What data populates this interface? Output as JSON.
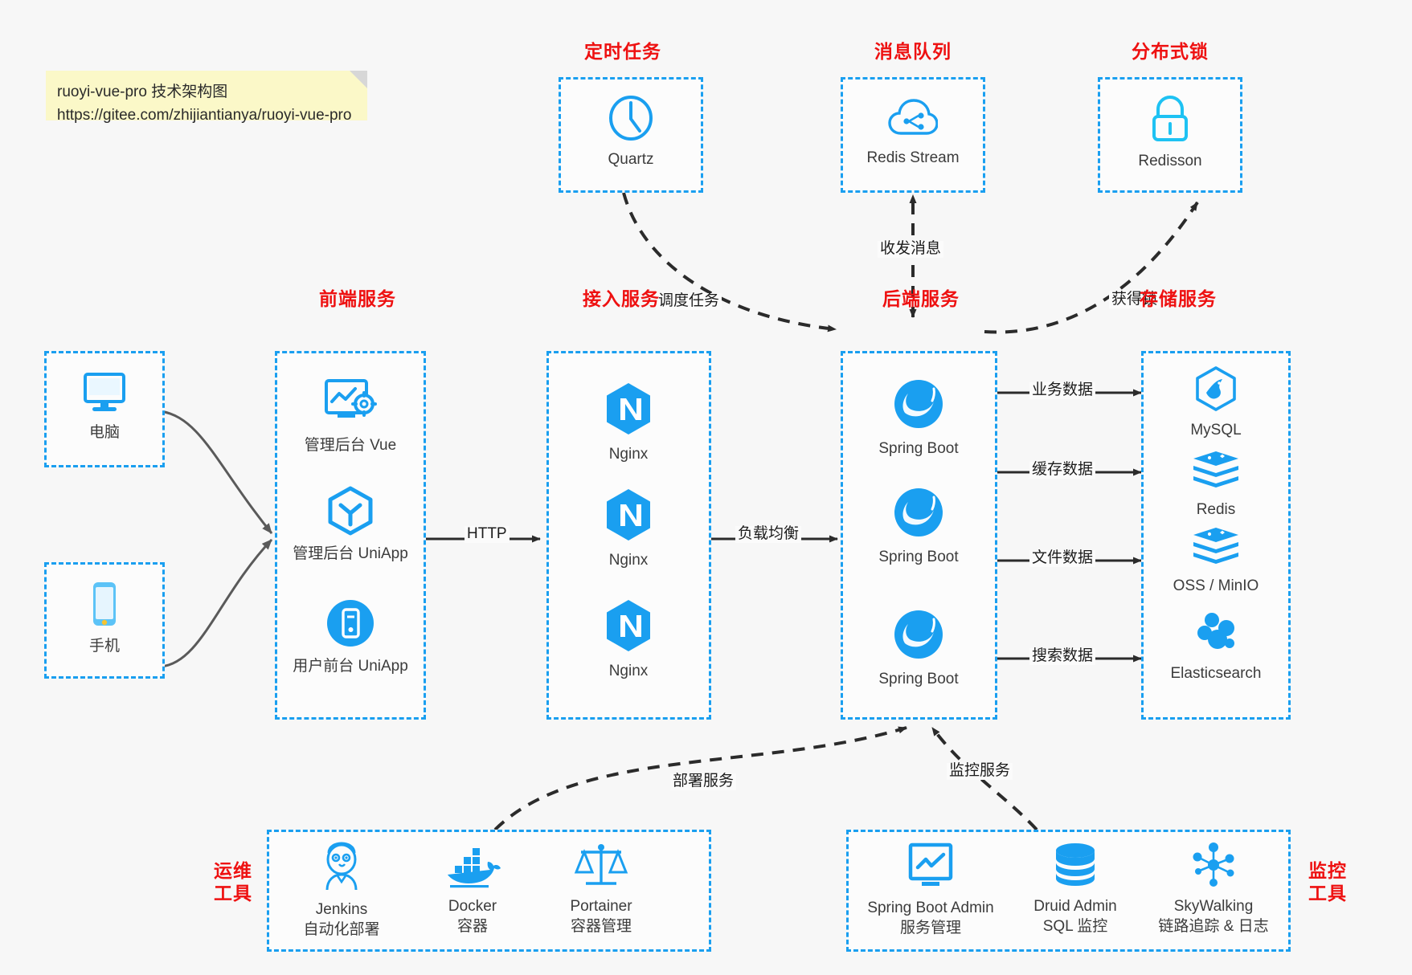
{
  "note": {
    "name": "note",
    "line1": "ruoyi-vue-pro 技术架构图",
    "line2": "https://gitee.com/zhijiantianya/ruoyi-vue-pro"
  },
  "colors": {
    "group_border": "#1a9ff0",
    "group_title": "#ee1111",
    "icon_blue": "#1a9ff0",
    "edge": "#3c3c3c",
    "canvas": "#f7f7f7",
    "note_bg": "#fbf8c8"
  },
  "groups": {
    "scheduler": {
      "title": "定时任务",
      "nodes": [
        {
          "label": "Quartz",
          "icon": "clock-icon"
        }
      ]
    },
    "mq": {
      "title": "消息队列",
      "nodes": [
        {
          "label": "Redis Stream",
          "icon": "cloud-stream-icon"
        }
      ]
    },
    "lock": {
      "title": "分布式锁",
      "nodes": [
        {
          "label": "Redisson",
          "icon": "lock-icon"
        }
      ]
    },
    "clients": {
      "nodes": [
        {
          "label": "电脑",
          "icon": "desktop-icon"
        },
        {
          "label": "手机",
          "icon": "phone-icon"
        }
      ]
    },
    "frontend": {
      "title": "前端服务",
      "nodes": [
        {
          "label": "管理后台 Vue",
          "icon": "dashboard-icon"
        },
        {
          "label": "管理后台 UniApp",
          "icon": "cube-icon"
        },
        {
          "label": "用户前台 UniApp",
          "icon": "mobile-app-icon"
        }
      ]
    },
    "gateway": {
      "title": "接入服务",
      "nodes": [
        {
          "label": "Nginx",
          "icon": "nginx-icon"
        },
        {
          "label": "Nginx",
          "icon": "nginx-icon"
        },
        {
          "label": "Nginx",
          "icon": "nginx-icon"
        }
      ]
    },
    "backend": {
      "title": "后端服务",
      "nodes": [
        {
          "label": "Spring Boot",
          "icon": "spring-icon"
        },
        {
          "label": "Spring Boot",
          "icon": "spring-icon"
        },
        {
          "label": "Spring Boot",
          "icon": "spring-icon"
        }
      ]
    },
    "storage": {
      "title": "存储服务",
      "nodes": [
        {
          "label": "MySQL",
          "icon": "mysql-icon"
        },
        {
          "label": "Redis",
          "icon": "redis-icon"
        },
        {
          "label": "OSS / MinIO",
          "icon": "oss-icon"
        },
        {
          "label": "Elasticsearch",
          "icon": "elasticsearch-icon"
        }
      ]
    },
    "devops": {
      "title_line1": "运维",
      "title_line2": "工具",
      "nodes": [
        {
          "label": "Jenkins",
          "sublabel": "自动化部署",
          "icon": "jenkins-icon"
        },
        {
          "label": "Docker",
          "sublabel": "容器",
          "icon": "docker-icon"
        },
        {
          "label": "Portainer",
          "sublabel": "容器管理",
          "icon": "portainer-icon"
        }
      ]
    },
    "monitoring": {
      "title_line1": "监控",
      "title_line2": "工具",
      "nodes": [
        {
          "label": "Spring Boot Admin",
          "sublabel": "服务管理",
          "icon": "monitor-chart-icon"
        },
        {
          "label": "Druid Admin",
          "sublabel": "SQL 监控",
          "icon": "database-icon"
        },
        {
          "label": "SkyWalking",
          "sublabel": "链路追踪 & 日志",
          "icon": "skywalking-icon"
        }
      ]
    }
  },
  "edges": [
    {
      "label": "调度任务",
      "from": "scheduler",
      "to": "backend",
      "style": "dashed"
    },
    {
      "label": "收发消息",
      "from": "mq",
      "to": "backend",
      "style": "dashed",
      "bidirectional": true
    },
    {
      "label": "获得锁",
      "from": "backend",
      "to": "lock",
      "style": "dashed"
    },
    {
      "label": "HTTP",
      "from": "frontend",
      "to": "gateway",
      "style": "solid"
    },
    {
      "label": "负载均衡",
      "from": "gateway",
      "to": "backend",
      "style": "solid"
    },
    {
      "label": "业务数据",
      "from": "backend",
      "to": "mysql",
      "style": "solid"
    },
    {
      "label": "缓存数据",
      "from": "backend",
      "to": "redis",
      "style": "solid"
    },
    {
      "label": "文件数据",
      "from": "backend",
      "to": "oss",
      "style": "solid"
    },
    {
      "label": "搜索数据",
      "from": "backend",
      "to": "elasticsearch",
      "style": "solid"
    },
    {
      "label": "部署服务",
      "from": "devops",
      "to": "backend",
      "style": "dashed"
    },
    {
      "label": "监控服务",
      "from": "monitoring",
      "to": "backend",
      "style": "dashed"
    }
  ]
}
